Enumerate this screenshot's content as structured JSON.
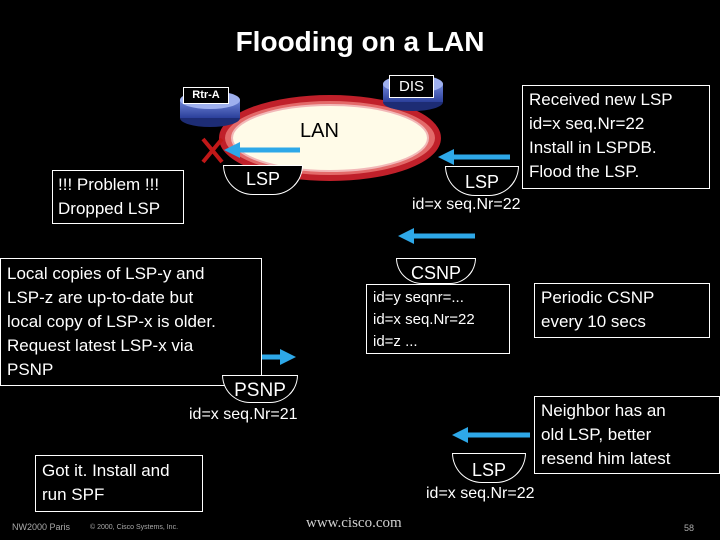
{
  "title": "Flooding on a LAN",
  "routers": {
    "rtr_a_label": "Rtr-A",
    "dis_label": "DIS"
  },
  "lan_label": "LAN",
  "problem": {
    "lines": [
      "!!! Problem !!!",
      "Dropped LSP"
    ]
  },
  "lsp_left_label": "LSP",
  "lsp_top_right": {
    "label": "LSP",
    "id_text": "id=x  seq.Nr=22"
  },
  "received_box": {
    "lines": [
      "Received new LSP",
      "id=x seq.Nr=22",
      "Install in LSPDB.",
      "Flood the LSP."
    ]
  },
  "local_copies_box": {
    "lines": [
      "Local copies of LSP-y and",
      "LSP-z are up-to-date but",
      "local copy of LSP-x is older.",
      "Request  latest LSP-x via",
      "PSNP"
    ]
  },
  "csnp": {
    "label": "CSNP",
    "lines": [
      "id=y  seqnr=...",
      "id=x  seq.Nr=22",
      "id=z ..."
    ]
  },
  "periodic_box": {
    "lines": [
      "Periodic CSNP",
      "every 10 secs"
    ]
  },
  "psnp": {
    "label": "PSNP",
    "id_text": "id=x  seq.Nr=21"
  },
  "neighbor_box": {
    "lines": [
      "Neighbor  has an",
      "old LSP, better",
      "resend him latest"
    ]
  },
  "lsp_bottom": {
    "label": "LSP",
    "id_text": "id=x  seq.Nr=22"
  },
  "got_it_box": {
    "lines": [
      "Got it. Install and",
      "run SPF"
    ]
  },
  "footer": {
    "event": "NW2000 Paris",
    "copyright": "© 2000, Cisco Systems, Inc.",
    "url": "www.cisco.com",
    "page": "58"
  },
  "colors": {
    "arrow": "#2ea8e8",
    "ring_outer": "#c0202a",
    "ring_inner": "#fffbe8",
    "cross": "#c01818",
    "background": "#000000",
    "text": "#ffffff"
  }
}
